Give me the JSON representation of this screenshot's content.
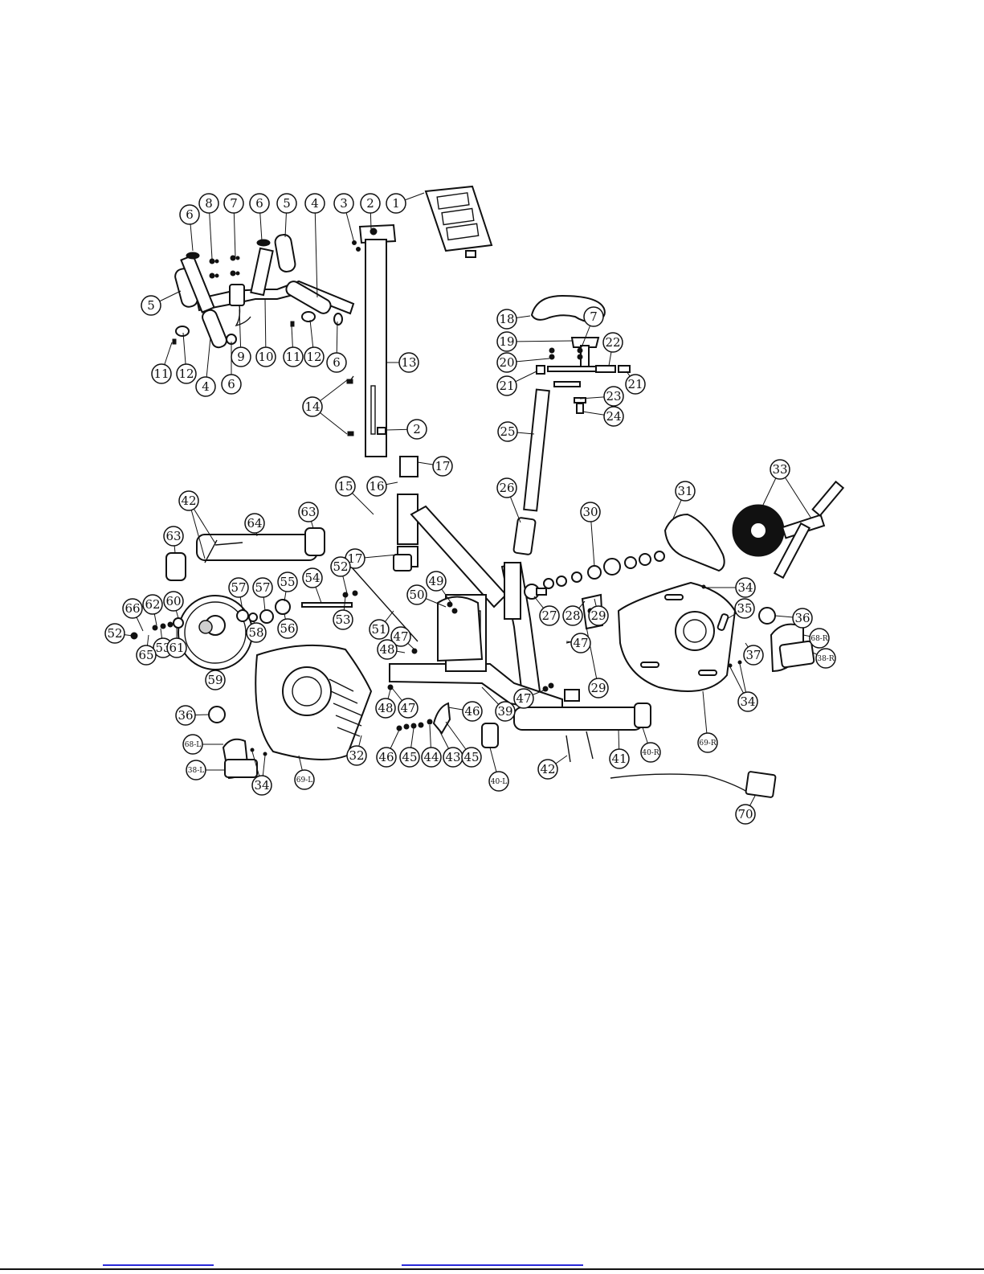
{
  "diagram": {
    "type": "exploded-parts-view",
    "callouts": [
      "1",
      "2",
      "3",
      "4",
      "5",
      "6",
      "7",
      "8",
      "9",
      "10",
      "11",
      "12",
      "13",
      "14",
      "15",
      "16",
      "17",
      "18",
      "19",
      "20",
      "21",
      "22",
      "23",
      "24",
      "25",
      "26",
      "27",
      "28",
      "29",
      "30",
      "31",
      "32",
      "33",
      "34",
      "35",
      "36",
      "37",
      "38-L",
      "38-R",
      "39",
      "40-L",
      "40-R",
      "41",
      "42",
      "43",
      "44",
      "45",
      "46",
      "47",
      "48",
      "49",
      "50",
      "51",
      "52",
      "53",
      "54",
      "55",
      "56",
      "57",
      "58",
      "59",
      "60",
      "61",
      "62",
      "63",
      "64",
      "65",
      "66",
      "68-L",
      "68-R",
      "69-L",
      "69-R",
      "70"
    ]
  }
}
